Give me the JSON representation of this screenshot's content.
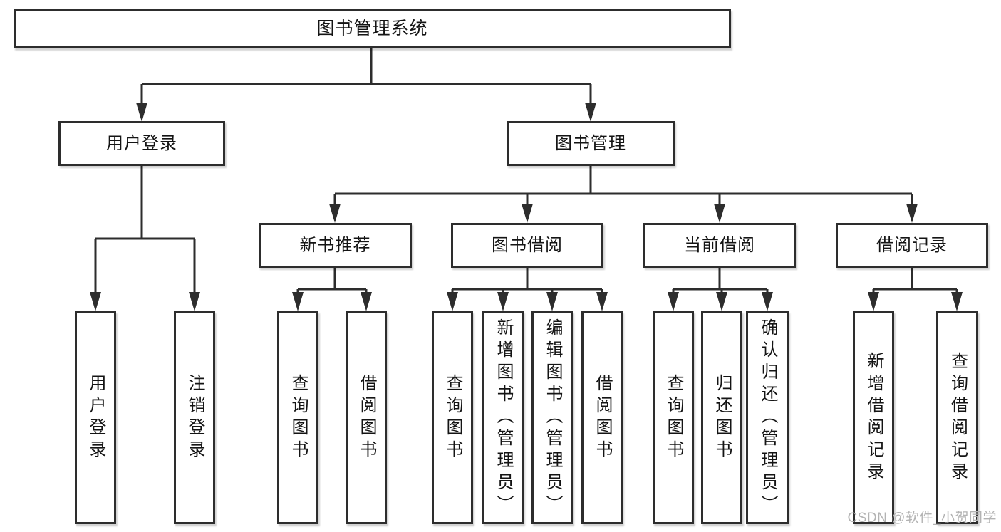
{
  "diagram": {
    "title_node": "图书管理系统",
    "user_login": {
      "label": "用户登录",
      "children": [
        "用户登录",
        "注销登录"
      ]
    },
    "book_management": {
      "label": "图书管理"
    },
    "new_book_recommend": {
      "label": "新书推荐",
      "children": [
        "查询图书",
        "借阅图书"
      ]
    },
    "book_borrow": {
      "label": "图书借阅",
      "children": [
        "查询图书",
        "新增图书（管理员）",
        "编辑图书（管理员）",
        "借阅图书"
      ]
    },
    "current_borrow": {
      "label": "当前借阅",
      "children": [
        "查询图书",
        "归还图书",
        "确认归还（管理员）"
      ]
    },
    "borrow_record": {
      "label": "借阅记录",
      "children": [
        "新增借阅记录",
        "查询借阅记录"
      ]
    }
  },
  "watermark": "CSDN @软件_小贺同学",
  "colors": {
    "line": "#2d2d2d",
    "box_border": "#2d2d2d",
    "text": "#141414",
    "watermark": "#b3b3b3",
    "background": "#ffffff"
  }
}
